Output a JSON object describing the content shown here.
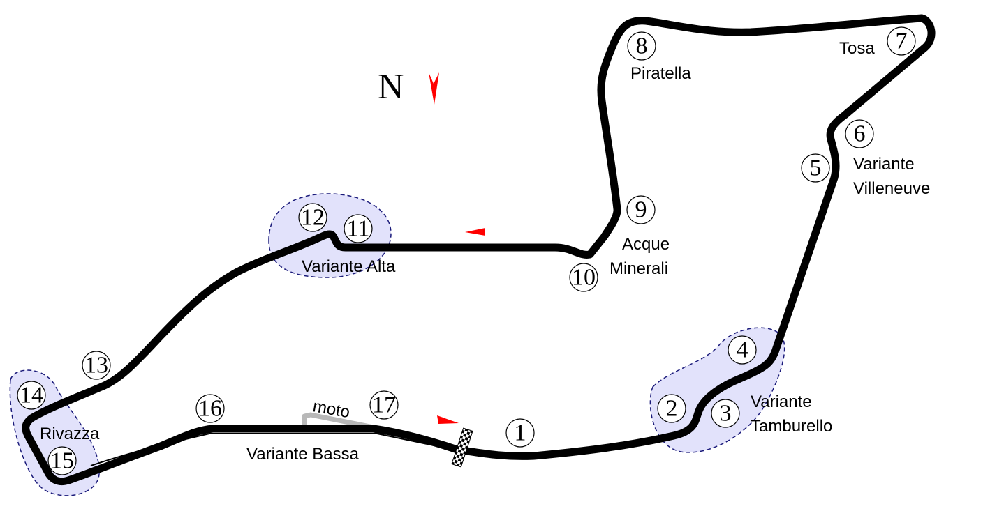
{
  "map": {
    "title": "Imola circuit map",
    "compass": {
      "label": "N",
      "arrow_color": "#ff0000"
    },
    "colors": {
      "track": "#000000",
      "zone_fill": "#e2e2fb",
      "zone_border": "#1a1a7a",
      "moto": "#b8b8b8",
      "direction_arrow": "#ff0000"
    },
    "corners": [
      {
        "number": "1"
      },
      {
        "number": "2"
      },
      {
        "number": "3"
      },
      {
        "number": "4"
      },
      {
        "number": "5"
      },
      {
        "number": "6"
      },
      {
        "number": "7"
      },
      {
        "number": "8"
      },
      {
        "number": "9"
      },
      {
        "number": "10"
      },
      {
        "number": "11"
      },
      {
        "number": "12"
      },
      {
        "number": "13"
      },
      {
        "number": "14"
      },
      {
        "number": "15"
      },
      {
        "number": "16"
      },
      {
        "number": "17"
      }
    ],
    "corner_names": {
      "tosa": "Tosa",
      "piratella": "Piratella",
      "villeneuve_1": "Variante",
      "villeneuve_2": "Villeneuve",
      "acque_1": "Acque",
      "acque_2": "Minerali",
      "alta": "Variante Alta",
      "tamburello_1": "Variante",
      "tamburello_2": "Tamburello",
      "rivazza": "Rivazza",
      "bassa": "Variante Bassa",
      "moto": "moto"
    }
  }
}
